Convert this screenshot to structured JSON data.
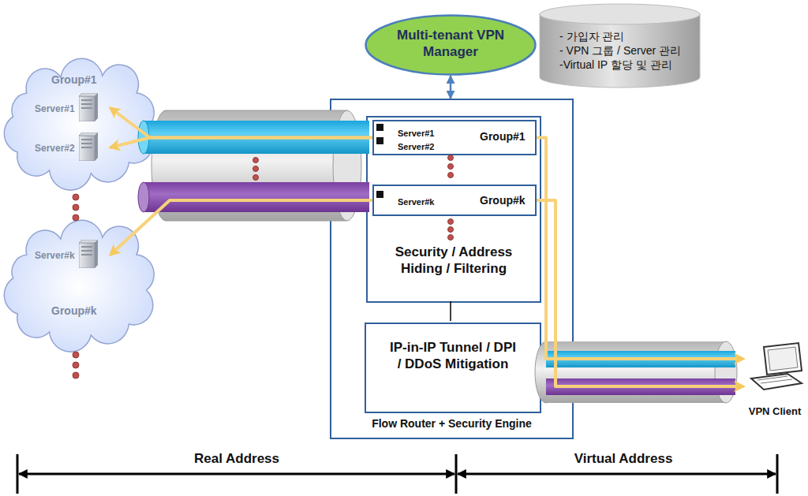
{
  "diagram": {
    "nodes": [
      {
        "text": [
          "Multi-tenant VPN Manager"
        ]
      },
      {
        "text": [
          "- 가입자 관리",
          "- VPN 그룹 / Server 관리",
          "-Virtual IP 할당 및 관리"
        ]
      },
      {
        "text": [
          "Group#1"
        ]
      },
      {
        "text": [
          "Server#1"
        ],
        "in": 2
      },
      {
        "text": [
          "Server#2"
        ],
        "in": 2
      },
      {
        "text": [
          "Flow Router + Security Engine"
        ]
      },
      {
        "text": [
          "Security / Address Hiding / Filtering"
        ],
        "in": 5
      },
      {
        "text": [
          "Server#1",
          "Server#2",
          "Group#1"
        ],
        "in": 6
      },
      {
        "text": [
          "Server#k",
          "Group#k"
        ],
        "in": 6
      },
      {
        "text": [
          "IP-in-IP Tunnel / DPI / DDoS Mitigation"
        ],
        "in": 5
      },
      {
        "text": [
          "Group#k"
        ]
      },
      {
        "text": [
          "Server#k"
        ],
        "in": 10
      },
      {
        "text": [
          "VPN Client"
        ]
      }
    ],
    "edges": [
      {
        "from": 0,
        "to": 5,
        "arrow": "both"
      },
      {
        "from": 7,
        "to": 3,
        "arrow": "to"
      },
      {
        "from": 7,
        "to": 4,
        "arrow": "to"
      },
      {
        "from": 8,
        "to": 11,
        "arrow": "to"
      },
      {
        "from": 7,
        "to": 12,
        "arrow": "to"
      },
      {
        "from": 8,
        "to": 12,
        "arrow": "to"
      }
    ],
    "labels": [
      "Real Address",
      "Virtual Address"
    ]
  }
}
